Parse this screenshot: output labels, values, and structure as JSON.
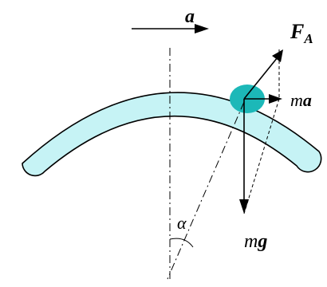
{
  "labels": {
    "acceleration_top": "a",
    "buoyant_force": "F",
    "buoyant_subscript": "A",
    "inertial_force_m": "m",
    "inertial_force_a": "a",
    "gravity_m": "m",
    "gravity_g": "g",
    "angle": "α"
  },
  "colors": {
    "tube_fill": "#c6f3f5",
    "ball_fill": "#1cb8b8",
    "stroke": "#000000"
  }
}
